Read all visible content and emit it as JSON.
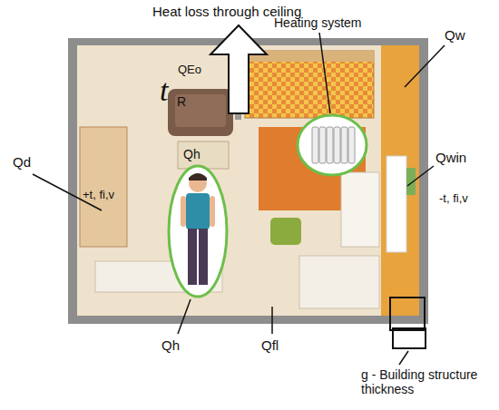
{
  "diagram": {
    "labels": [
      "Heat loss through ceiling",
      "Heating system",
      "Qw",
      "QEo",
      "t",
      "R",
      "Qd",
      "Qwin",
      "+t, fi,v",
      "-t, fi,v",
      "Qh",
      "Qh",
      "Qfl",
      "g - Building structure thickness"
    ]
  }
}
